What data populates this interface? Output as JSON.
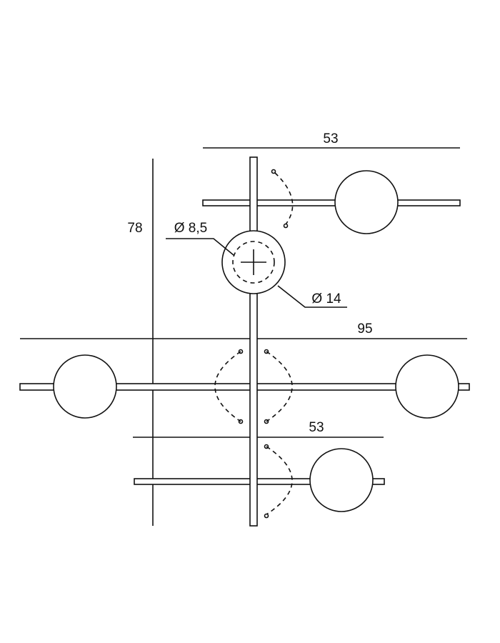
{
  "dimensions": {
    "top_arm_width": "53",
    "height": "78",
    "inner_diameter": "Ø 8,5",
    "outer_diameter": "Ø 14",
    "middle_arm_width": "95",
    "bottom_arm_width": "53"
  }
}
